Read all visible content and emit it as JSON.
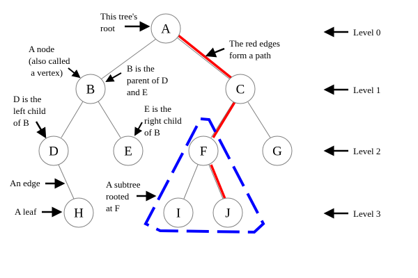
{
  "nodes": {
    "A": "A",
    "B": "B",
    "C": "C",
    "D": "D",
    "E": "E",
    "F": "F",
    "G": "G",
    "H": "H",
    "I": "I",
    "J": "J"
  },
  "annotations": {
    "root": [
      "This tree's",
      "root"
    ],
    "node": [
      "A node",
      "(also called",
      " a vertex)"
    ],
    "parent": [
      "B is the",
      "parent of D",
      "and E"
    ],
    "left_child": [
      "D is the",
      "left child",
      "of B"
    ],
    "right_child": [
      "E is the",
      "right child",
      "of B"
    ],
    "red_path": [
      "The red edges",
      "form a path"
    ],
    "edge": "An edge",
    "leaf": "A leaf",
    "subtree": [
      "A subtree",
      "rooted",
      "at F"
    ]
  },
  "levels": [
    "Level 0",
    "Level 1",
    "Level 2",
    "Level 3"
  ],
  "colors": {
    "path": "#ff0000",
    "subtree": "#0000ff",
    "edge": "#808080"
  }
}
